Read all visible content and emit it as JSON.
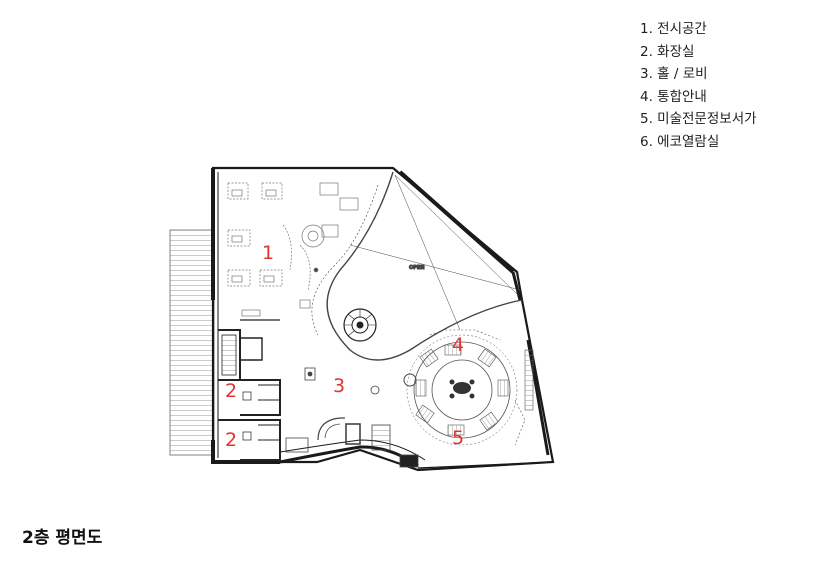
{
  "legend": {
    "items": [
      "1. 전시공간",
      "2. 화장실",
      "3. 홀 / 로비",
      "4. 통합안내",
      "5. 미술전문정보서가",
      "6. 에코열람실"
    ]
  },
  "plan": {
    "open_label": "OPEN",
    "zone_1": "1",
    "zone_2a": "2",
    "zone_2b": "2",
    "zone_3": "3",
    "zone_4": "4",
    "zone_5": "5",
    "number_color": "#e0342f",
    "wall_color": "#1a1a1a",
    "line_color": "#444444"
  },
  "caption": "2층 평면도"
}
